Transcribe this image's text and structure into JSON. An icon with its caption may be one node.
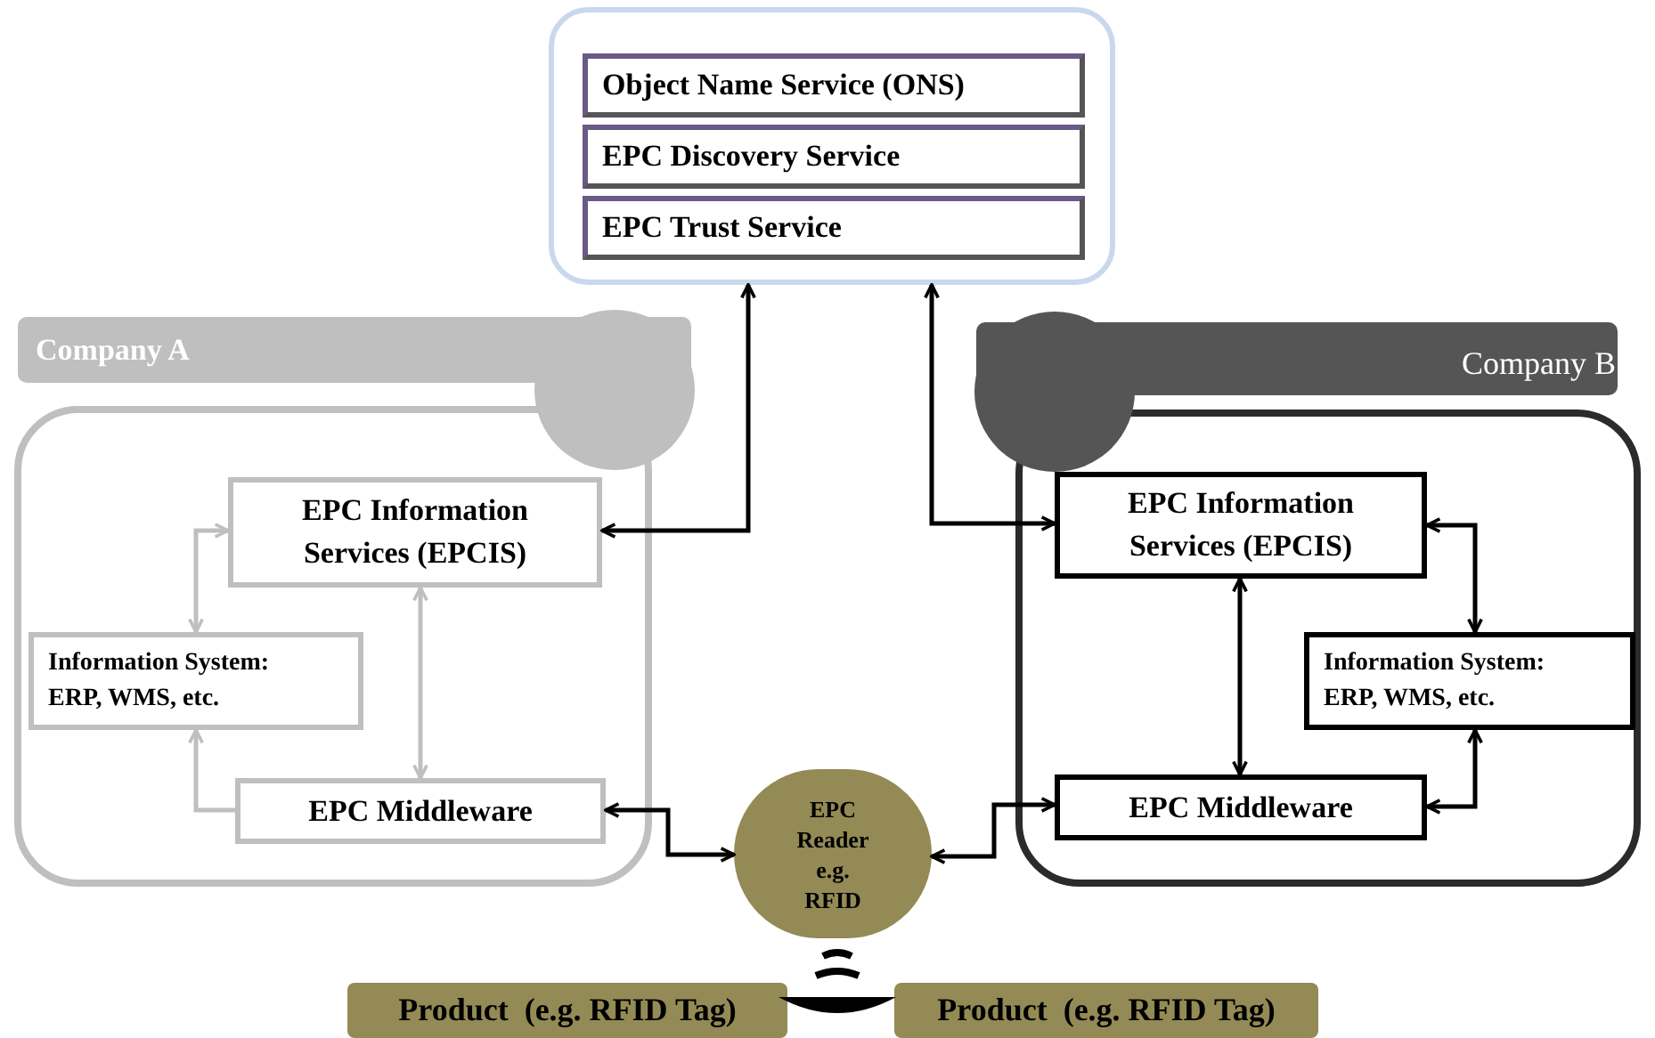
{
  "diagram": {
    "nodes": [
      {
        "text": [],
        "shape": "box"
      },
      {
        "text": [
          "Object Name Service (ONS)"
        ],
        "in": 0
      },
      {
        "text": [
          "EPC Discovery Service"
        ],
        "in": 0
      },
      {
        "text": [
          "EPC Trust Service"
        ],
        "in": 0
      },
      {
        "text": [
          "Company A"
        ]
      },
      {
        "text": [
          "EPC Information Services (EPCIS)"
        ],
        "in": 4
      },
      {
        "text": [
          "Information System: ERP, WMS, etc."
        ],
        "in": 4
      },
      {
        "text": [
          "EPC Middleware"
        ],
        "in": 4
      },
      {
        "text": [
          "Company B"
        ]
      },
      {
        "text": [
          "EPC Information Services (EPCIS)"
        ],
        "in": 8
      },
      {
        "text": [
          "Information System: ERP, WMS, etc."
        ],
        "in": 8
      },
      {
        "text": [
          "EPC Middleware"
        ],
        "in": 8
      },
      {
        "text": [
          "EPC Reader e.g. RFID"
        ]
      },
      {
        "text": [
          "Product  (e.g. RFID Tag)"
        ]
      },
      {
        "text": [
          "Product  (e.g. RFID Tag)"
        ]
      }
    ],
    "edges": [
      {
        "from": 0,
        "to": 5,
        "arrow": "both"
      },
      {
        "from": 0,
        "to": 9,
        "arrow": "both"
      },
      {
        "from": 5,
        "to": 6,
        "arrow": "both",
        "color": "#bfbfbf"
      },
      {
        "from": 5,
        "to": 7,
        "arrow": "both",
        "color": "#bfbfbf"
      },
      {
        "from": 7,
        "to": 6,
        "arrow": "to",
        "color": "#bfbfbf"
      },
      {
        "from": 9,
        "to": 10,
        "arrow": "both"
      },
      {
        "from": 9,
        "to": 11,
        "arrow": "both"
      },
      {
        "from": 11,
        "to": 10,
        "arrow": "both"
      },
      {
        "from": 7,
        "to": 12,
        "arrow": "both"
      },
      {
        "from": 11,
        "to": 12,
        "arrow": "both"
      }
    ]
  }
}
